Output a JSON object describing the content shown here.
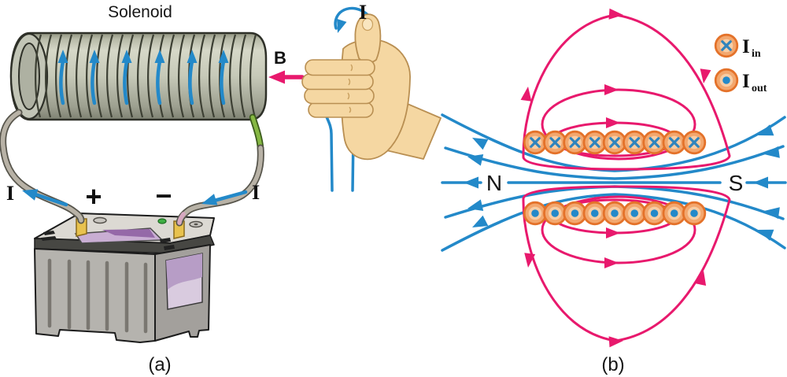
{
  "panel_a": {
    "caption": "(a)",
    "solenoid_label": "Solenoid",
    "field_label": "B",
    "current_left": "I",
    "current_right": "I",
    "terminal_positive": "+",
    "terminal_negative": "−",
    "solenoid_arrow_count": 6
  },
  "hand": {
    "current_label": "I"
  },
  "panel_b": {
    "caption": "(b)",
    "north": "N",
    "south": "S",
    "top_row": {
      "count": 9,
      "direction": "in",
      "symbol": "×"
    },
    "bottom_row": {
      "count": 9,
      "direction": "out",
      "symbol": "•"
    },
    "legend": [
      {
        "label": "I",
        "subscript": "in",
        "symbol": "cross"
      },
      {
        "label": "I",
        "subscript": "out",
        "symbol": "dot"
      }
    ]
  },
  "colors": {
    "field_blue": "#2389c9",
    "field_pink": "#e8196d",
    "wire_orange_stroke": "#e4722a",
    "wire_orange_fill": "#f3a76e",
    "wire_orange_inner": "#f8cda4",
    "symbol_blue": "#2f84bd",
    "skin": "#f5d7a2"
  }
}
